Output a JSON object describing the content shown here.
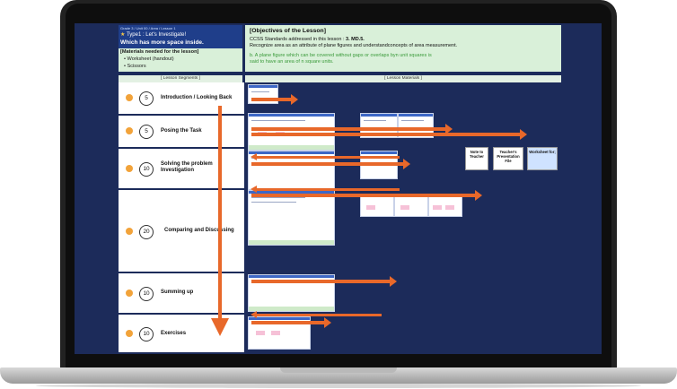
{
  "lesson": {
    "grade_line": "Grade 3 / Unit 00 / Area / Lesson 1",
    "type_line": "Type1 : Let's Investigate!",
    "question": "Which has more space inside.",
    "materials_title": "[Materials needed for the lesson]",
    "materials": [
      "Worksheet (handout)",
      "Scissors"
    ]
  },
  "objectives": {
    "title": "[Objectives of the Lesson]",
    "standards_prefix": "CCSS Standards addressed in this lesson : ",
    "standards_code": "3. MD.5.",
    "standards_desc": "Recognize area as an attribute of plane figures and understandconcepts of area measurement.",
    "green_line_1": "b. A plane figure which can be covered without gaps or overlaps byn unit squares is",
    "green_line_2": "said to have an area of n square units."
  },
  "headers": {
    "segments": "[ Lesson Segments ]",
    "materials": "[ Lesson Materials ]"
  },
  "segments": [
    {
      "minutes": "5",
      "label": "Introduction / Looking Back",
      "icon": "teacher-icon"
    },
    {
      "minutes": "5",
      "label": "Posing the Task",
      "icon": "students-icon"
    },
    {
      "minutes": "10",
      "label": "Solving the problem Investigation",
      "icon": "student-desk-icon"
    },
    {
      "minutes": "20",
      "label": "Comparing and Discussing",
      "icon": "student-desk-icon"
    },
    {
      "minutes": "10",
      "label": "Summing up",
      "icon": "student-desk-icon"
    },
    {
      "minutes": "10",
      "label": "Exercises",
      "icon": "student-desk-icon"
    }
  ],
  "material_columns": {
    "note": "Note to Teacher",
    "presentation": "Teacher's Presentation File",
    "worksheet": "Worksheet for;"
  },
  "colors": {
    "screen_bg": "#1c2b5a",
    "arrow": "#e8682a",
    "panel_green": "#d9f0d9",
    "title_blue": "#1f3e8a"
  }
}
